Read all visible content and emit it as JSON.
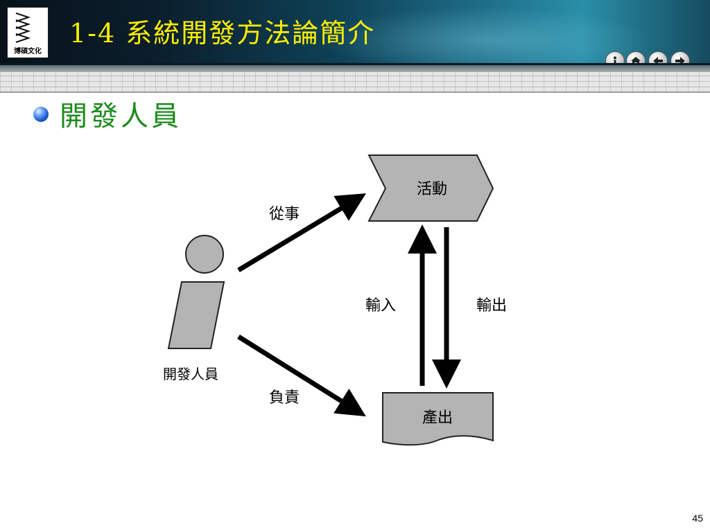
{
  "header": {
    "logo_text": "博碩文化",
    "title": "1-4  系統開發方法論簡介",
    "nav_icons": [
      "info-icon",
      "home-icon",
      "back-icon",
      "forward-icon"
    ]
  },
  "slide": {
    "heading": "開發人員",
    "page_number": "45"
  },
  "diagram": {
    "activity_label": "活動",
    "output_label": "產出",
    "developer_label": "開發人員",
    "engage_label": "從事",
    "responsible_label": "負責",
    "input_label": "輸入",
    "output_flow_label": "輸出"
  },
  "colors": {
    "title": "#ffee00",
    "heading": "#1b8a1b",
    "shape_fill": "#b4b4b4",
    "arrow": "#000000"
  }
}
